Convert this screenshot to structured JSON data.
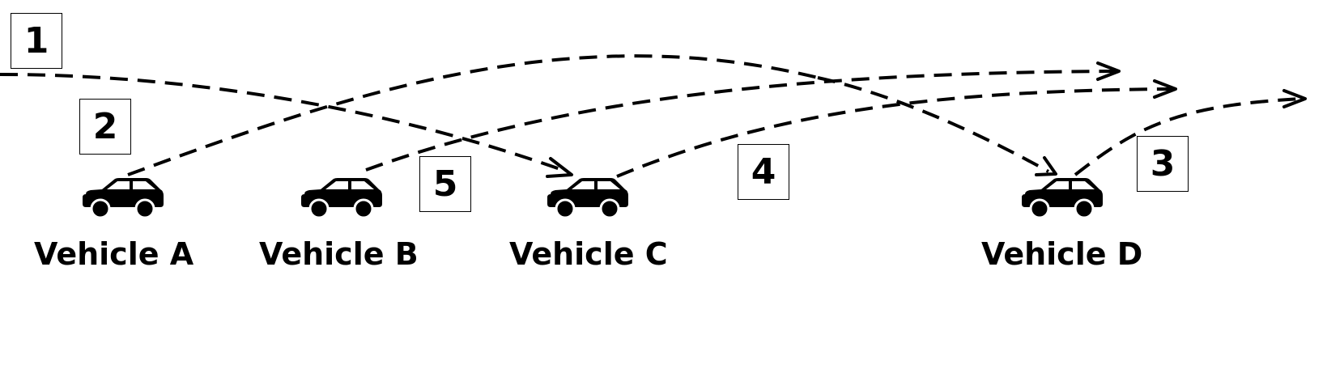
{
  "vehicles": [
    {
      "id": "A",
      "label": "Vehicle A"
    },
    {
      "id": "B",
      "label": "Vehicle B"
    },
    {
      "id": "C",
      "label": "Vehicle C"
    },
    {
      "id": "D",
      "label": "Vehicle D"
    }
  ],
  "path_markers": [
    "1",
    "2",
    "3",
    "4",
    "5"
  ],
  "icons": {
    "vehicle": "car-icon",
    "path_end": "arrow-icon"
  },
  "colors": {
    "line": "#000000",
    "background": "#ffffff"
  }
}
